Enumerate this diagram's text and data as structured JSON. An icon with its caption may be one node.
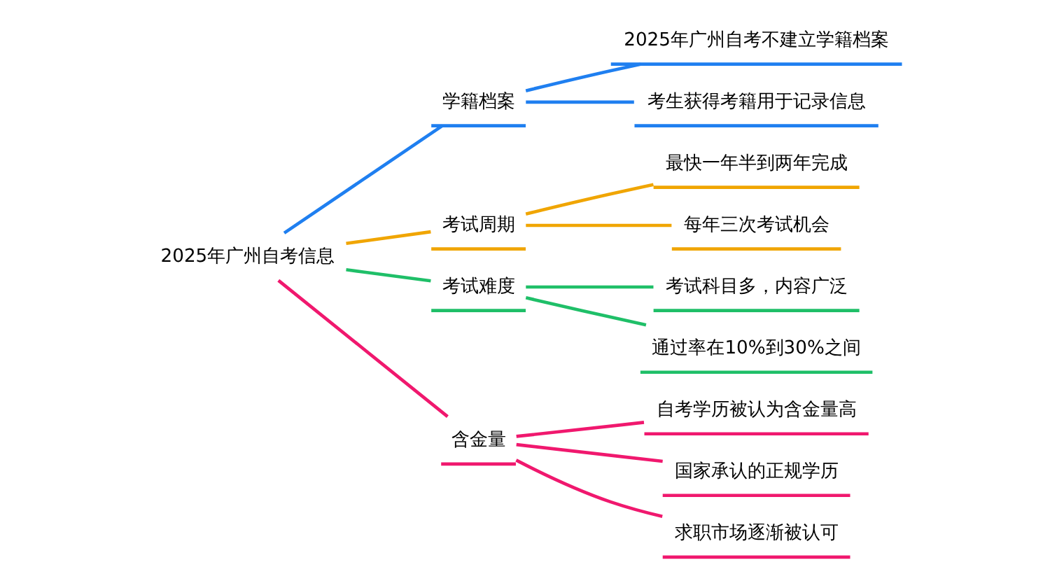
{
  "diagram": {
    "nodes": [
      {
        "text": [
          "2025年广州自考信息"
        ]
      },
      {
        "text": [
          "学籍档案"
        ]
      },
      {
        "text": [
          "考试周期"
        ]
      },
      {
        "text": [
          "考试难度"
        ]
      },
      {
        "text": [
          "含金量"
        ]
      },
      {
        "text": [
          "2025年广州自考不建立学籍档案"
        ]
      },
      {
        "text": [
          "考生获得考籍用于记录信息"
        ]
      },
      {
        "text": [
          "最快一年半到两年完成"
        ]
      },
      {
        "text": [
          "每年三次考试机会"
        ]
      },
      {
        "text": [
          "考试科目多，内容广泛"
        ]
      },
      {
        "text": [
          "通过率在10%到30%之间"
        ]
      },
      {
        "text": [
          "自考学历被认为含金量高"
        ]
      },
      {
        "text": [
          "国家承认的正规学历"
        ]
      },
      {
        "text": [
          "求职市场逐渐被认可"
        ]
      }
    ],
    "edges": [
      {
        "from": 0,
        "to": 1,
        "arrow": "none",
        "color": "#1f7ff0"
      },
      {
        "from": 0,
        "to": 2,
        "arrow": "none",
        "color": "#f0a500"
      },
      {
        "from": 0,
        "to": 3,
        "arrow": "none",
        "color": "#1fbf68"
      },
      {
        "from": 0,
        "to": 4,
        "arrow": "none",
        "color": "#f0186e"
      },
      {
        "from": 1,
        "to": 5,
        "arrow": "none",
        "color": "#1f7ff0"
      },
      {
        "from": 1,
        "to": 6,
        "arrow": "none",
        "color": "#1f7ff0"
      },
      {
        "from": 2,
        "to": 7,
        "arrow": "none",
        "color": "#f0a500"
      },
      {
        "from": 2,
        "to": 8,
        "arrow": "none",
        "color": "#f0a500"
      },
      {
        "from": 3,
        "to": 9,
        "arrow": "none",
        "color": "#1fbf68"
      },
      {
        "from": 3,
        "to": 10,
        "arrow": "none",
        "color": "#1fbf68"
      },
      {
        "from": 4,
        "to": 11,
        "arrow": "none",
        "color": "#f0186e"
      },
      {
        "from": 4,
        "to": 12,
        "arrow": "none",
        "color": "#f0186e"
      },
      {
        "from": 4,
        "to": 13,
        "arrow": "none",
        "color": "#f0186e"
      }
    ]
  }
}
